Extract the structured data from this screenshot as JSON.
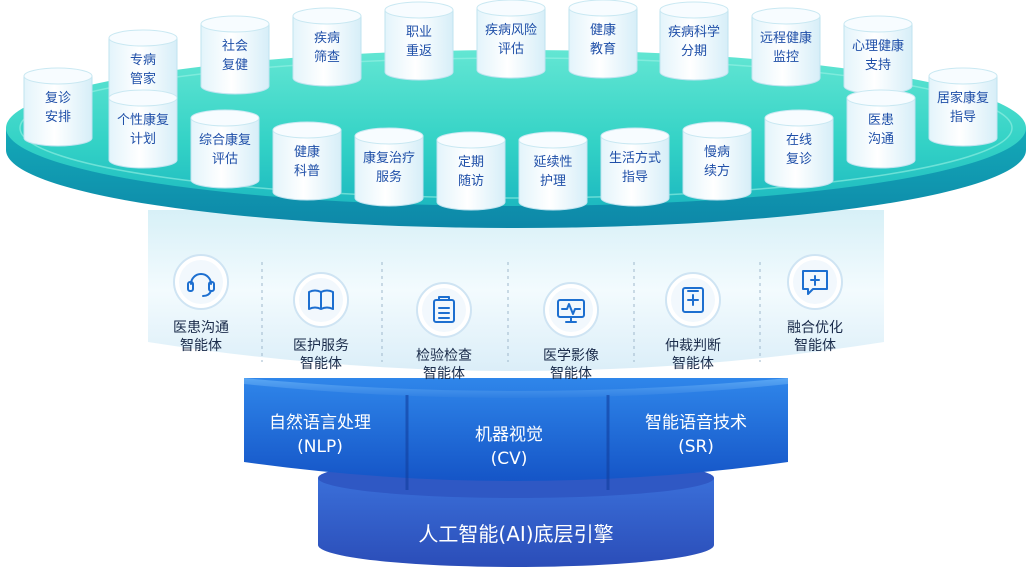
{
  "services_back": [
    {
      "line1": "复诊",
      "line2": "安排"
    },
    {
      "line1": "专病",
      "line2": "管家"
    },
    {
      "line1": "社会",
      "line2": "复健"
    },
    {
      "line1": "疾病",
      "line2": "筛查"
    },
    {
      "line1": "职业",
      "line2": "重返"
    },
    {
      "line1": "疾病风险",
      "line2": "评估"
    },
    {
      "line1": "健康",
      "line2": "教育"
    },
    {
      "line1": "疾病科学",
      "line2": "分期"
    },
    {
      "line1": "远程健康",
      "line2": "监控"
    },
    {
      "line1": "心理健康",
      "line2": "支持"
    },
    {
      "line1": "居家康复",
      "line2": "指导"
    }
  ],
  "services_front": [
    {
      "line1": "个性康复",
      "line2": "计划"
    },
    {
      "line1": "综合康复",
      "line2": "评估"
    },
    {
      "line1": "健康",
      "line2": "科普"
    },
    {
      "line1": "康复治疗",
      "line2": "服务"
    },
    {
      "line1": "定期",
      "line2": "随访"
    },
    {
      "line1": "延续性",
      "line2": "护理"
    },
    {
      "line1": "生活方式",
      "line2": "指导"
    },
    {
      "line1": "慢病",
      "line2": "续方"
    },
    {
      "line1": "在线",
      "line2": "复诊"
    },
    {
      "line1": "医患",
      "line2": "沟通"
    }
  ],
  "agents": [
    {
      "icon": "headset-icon",
      "line1": "医患沟通",
      "line2": "智能体"
    },
    {
      "icon": "book-icon",
      "line1": "医护服务",
      "line2": "智能体"
    },
    {
      "icon": "clipboard-icon",
      "line1": "检验检查",
      "line2": "智能体"
    },
    {
      "icon": "monitor-pulse-icon",
      "line1": "医学影像",
      "line2": "智能体"
    },
    {
      "icon": "document-plus-icon",
      "line1": "仲裁判断",
      "line2": "智能体"
    },
    {
      "icon": "chat-plus-icon",
      "line1": "融合优化",
      "line2": "智能体"
    }
  ],
  "technologies": [
    {
      "line1": "自然语言处理",
      "line2": "(NLP)"
    },
    {
      "line1": "机器视觉",
      "line2": "(CV)"
    },
    {
      "line1": "智能语音技术",
      "line2": "(SR)"
    }
  ],
  "engine": {
    "label": "人工智能(AI)底层引擎"
  },
  "colors": {
    "platform_teal": "#2fd6c4",
    "platform_edge": "#11a9b0",
    "agent_band": "#eaf6fb",
    "icon_blue": "#1d6fd0",
    "tech_blue": "#1e6ad8",
    "engine_blue": "#2a55c2",
    "service_text": "#1f4fa8"
  }
}
